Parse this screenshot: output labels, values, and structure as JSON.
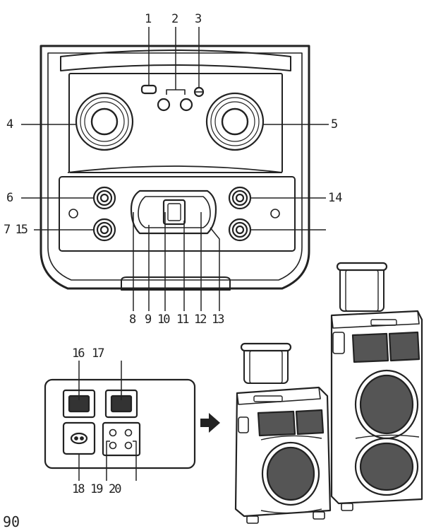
{
  "labels": {
    "l1": "1",
    "l2": "2",
    "l3": "3",
    "l4": "4",
    "l5": "5",
    "l6": "6",
    "l14": "14",
    "l7_15": "7 15",
    "l8": "8",
    "l9": "9",
    "l10": "10",
    "l11": "11",
    "l12": "12",
    "l13": "13",
    "l16": "16",
    "l17": "17",
    "l18": "18",
    "l19": "19",
    "l20": "20"
  },
  "page_number": "90",
  "arrow_icon": "arrow-right-icon",
  "colors": {
    "line": "#222222",
    "fill_dark": "#333333",
    "mesh": "#555555"
  }
}
